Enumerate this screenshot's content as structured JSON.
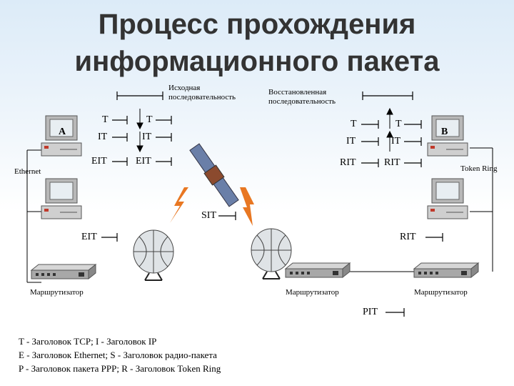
{
  "title_line1": "Процесс прохождения",
  "title_line2": "информационного пакета",
  "source_sequence": "Исходная последовательность",
  "source_sequence_l1": "Исходная",
  "source_sequence_l2": "последовательность",
  "restored_sequence_l1": "Восстановленная",
  "restored_sequence_l2": "последовательность",
  "host_a": "A",
  "host_b": "B",
  "ethernet": "Ethernet",
  "token_ring": "Token Ring",
  "router": "Маршрутизатор",
  "headers_left": {
    "t": "T",
    "it": "IT",
    "eit": "EIT"
  },
  "headers_mid": {
    "t": "T",
    "it": "IT",
    "eit": "EIT"
  },
  "headers_right_a": {
    "t": "T",
    "it": "IT",
    "rit": "RIT"
  },
  "headers_right_b": {
    "t": "T",
    "it": "IT",
    "rit": "RIT"
  },
  "sit": "SIT",
  "eit_router": "EIT",
  "rit_router": "RIT",
  "pit": "PIT",
  "legend": [
    "T - Заголовок TCP; I - Заголовок IP",
    "E - Заголовок Ethernet; S - Заголовок радио-пакета",
    "P - Заголовок пакета PPP; R - Заголовок Token Ring"
  ],
  "colors": {
    "title": "#333333",
    "lightning": "#e87722",
    "accent": "#c0392b"
  }
}
